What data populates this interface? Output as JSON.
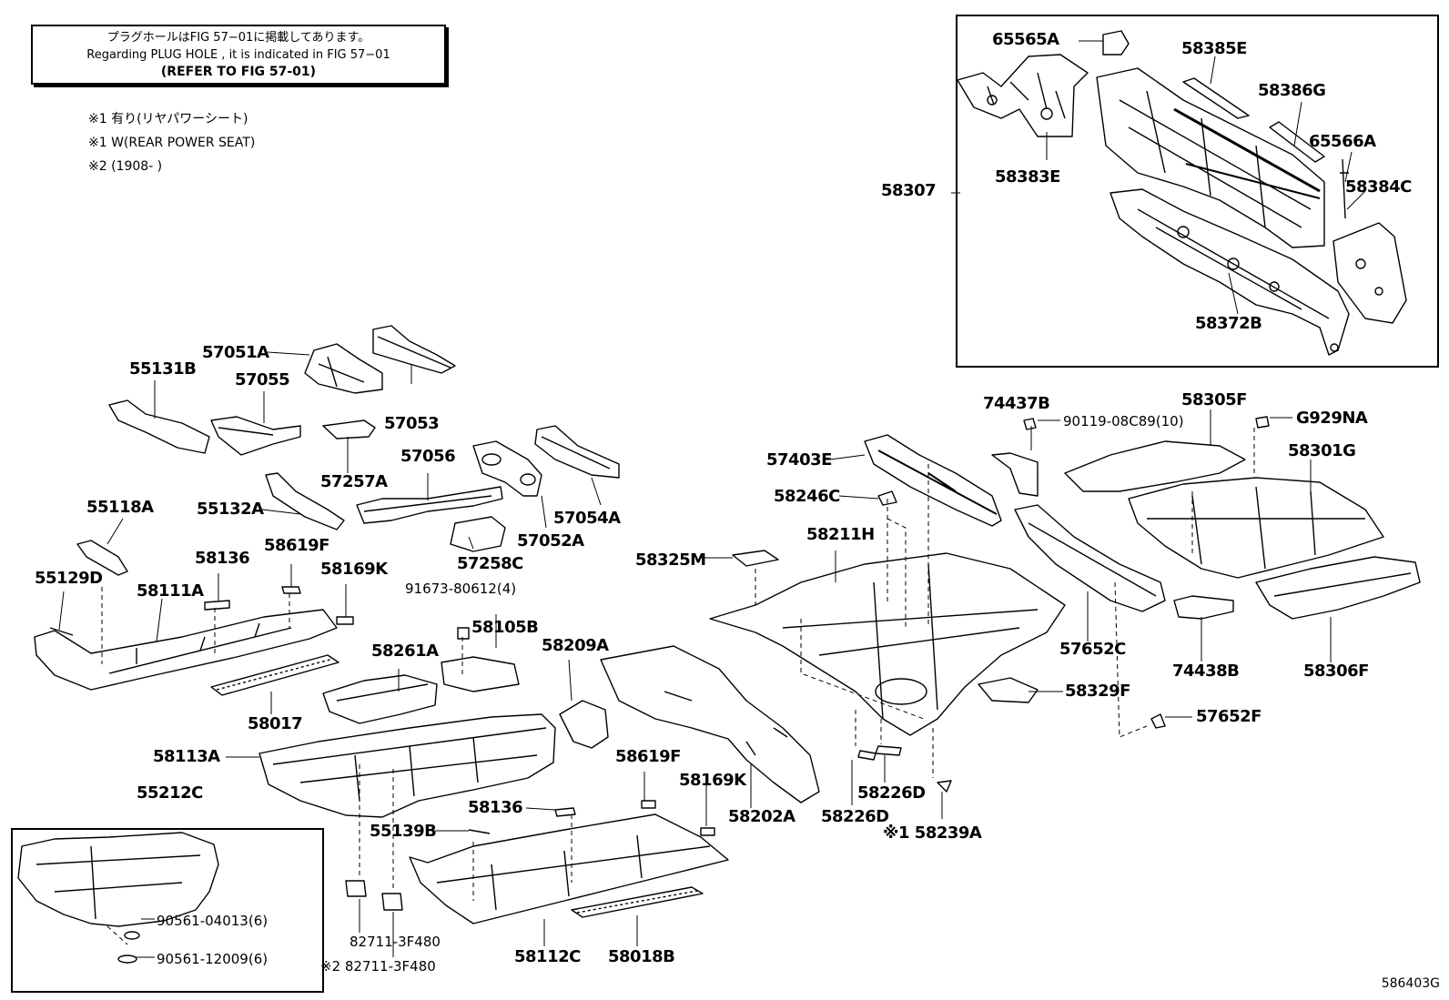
{
  "note": {
    "jp": "プラグホールはFIG 57−01に掲載してあります。",
    "en": "Regarding PLUG HOLE , it is indicated in FIG 57−01",
    "refer": "(REFER TO FIG 57-01)"
  },
  "legend": [
    "※1 有り(リヤパワーシート)",
    "※1 W(REAR POWER SEAT)",
    "※2 (1908-        )"
  ],
  "figure_code": "586403G",
  "labels": {
    "p65565A": "65565A",
    "p58385E": "58385E",
    "p58386G": "58386G",
    "p65566A": "65566A",
    "p58307": "58307",
    "p58383E": "58383E",
    "p58384C": "58384C",
    "p58372B": "58372B",
    "p57051A": "57051A",
    "p55131B": "55131B",
    "p57055": "57055",
    "p57053": "57053",
    "p57257A": "57257A",
    "p57056": "57056",
    "p55118A": "55118A",
    "p55132A": "55132A",
    "p57054A": "57054A",
    "p57052A": "57052A",
    "p57258C": "57258C",
    "p91673": "91673-80612(4)",
    "p58105B": "58105B",
    "p55129D": "55129D",
    "p58111A": "58111A",
    "p58136a": "58136",
    "p58619Fa": "58619F",
    "p58169Ka": "58169K",
    "p58261A": "58261A",
    "p58017": "58017",
    "p58209A": "58209A",
    "p58113A": "58113A",
    "p58619Fb": "58619F",
    "p58169Kb": "58169K",
    "p58136b": "58136",
    "p55139B": "55139B",
    "p58202A": "58202A",
    "p55212C": "55212C",
    "p90561a": "90561-04013(6)",
    "p90561b": "90561-12009(6)",
    "p82711a": "82711-3F480",
    "p82711b": "※2 82711-3F480",
    "p58112C": "58112C",
    "p58018B": "58018B",
    "p74437B": "74437B",
    "p90119": "90119-08C89(10)",
    "p58305F": "58305F",
    "pG929NA": "G929NA",
    "p57403E": "57403E",
    "p58301G": "58301G",
    "p58246C": "58246C",
    "p58211H": "58211H",
    "p58325M": "58325M",
    "p57652C": "57652C",
    "p74438B": "74438B",
    "p58306F": "58306F",
    "p58329F": "58329F",
    "p57652F": "57652F",
    "p58226Da": "58226D",
    "p58226Db": "58226D",
    "p58239A": "※1 58239A"
  }
}
